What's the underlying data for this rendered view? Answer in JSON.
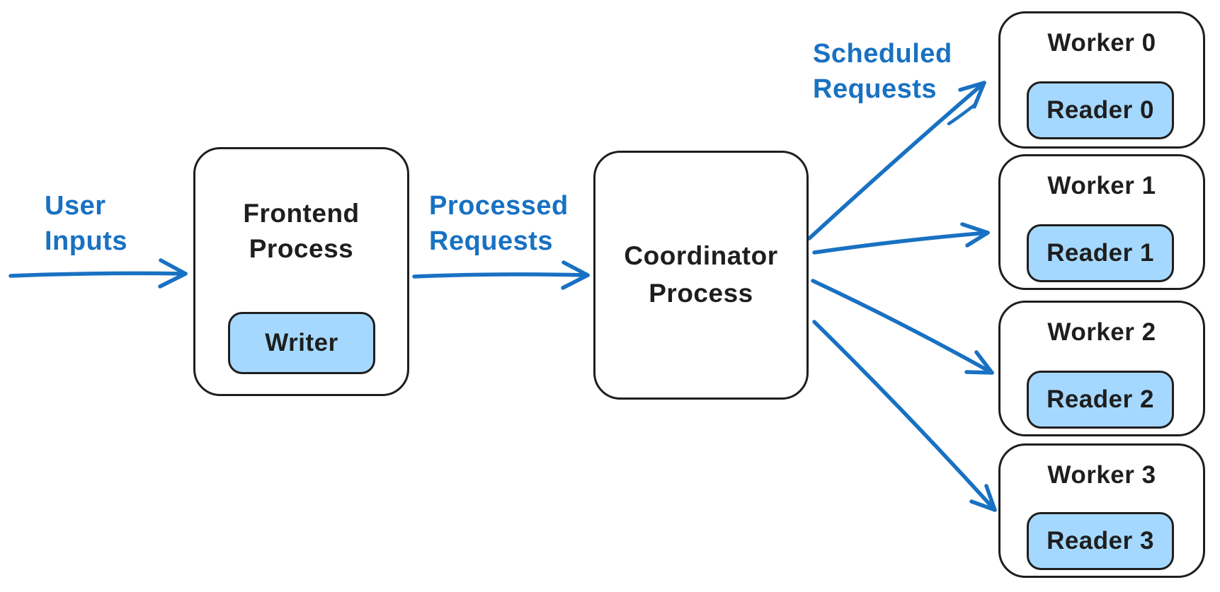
{
  "colors": {
    "accent_blue": "#1971c2",
    "subprocess_fill_blue": "#a5d8ff",
    "ink_black": "#1e1e1e",
    "background": "#ffffff"
  },
  "edge_labels": {
    "user_inputs": [
      "User",
      "Inputs"
    ],
    "processed_requests": [
      "Processed",
      "Requests"
    ],
    "scheduled_requests": [
      "Scheduled",
      "Requests"
    ]
  },
  "nodes": {
    "frontend": {
      "title": [
        "Frontend",
        "Process"
      ],
      "subprocess": "Writer"
    },
    "coordinator": {
      "title": [
        "Coordinator",
        "Process"
      ]
    },
    "workers": [
      {
        "title": "Worker 0",
        "reader": "Reader 0"
      },
      {
        "title": "Worker 1",
        "reader": "Reader 1"
      },
      {
        "title": "Worker 2",
        "reader": "Reader 2"
      },
      {
        "title": "Worker 3",
        "reader": "Reader 3"
      }
    ]
  }
}
